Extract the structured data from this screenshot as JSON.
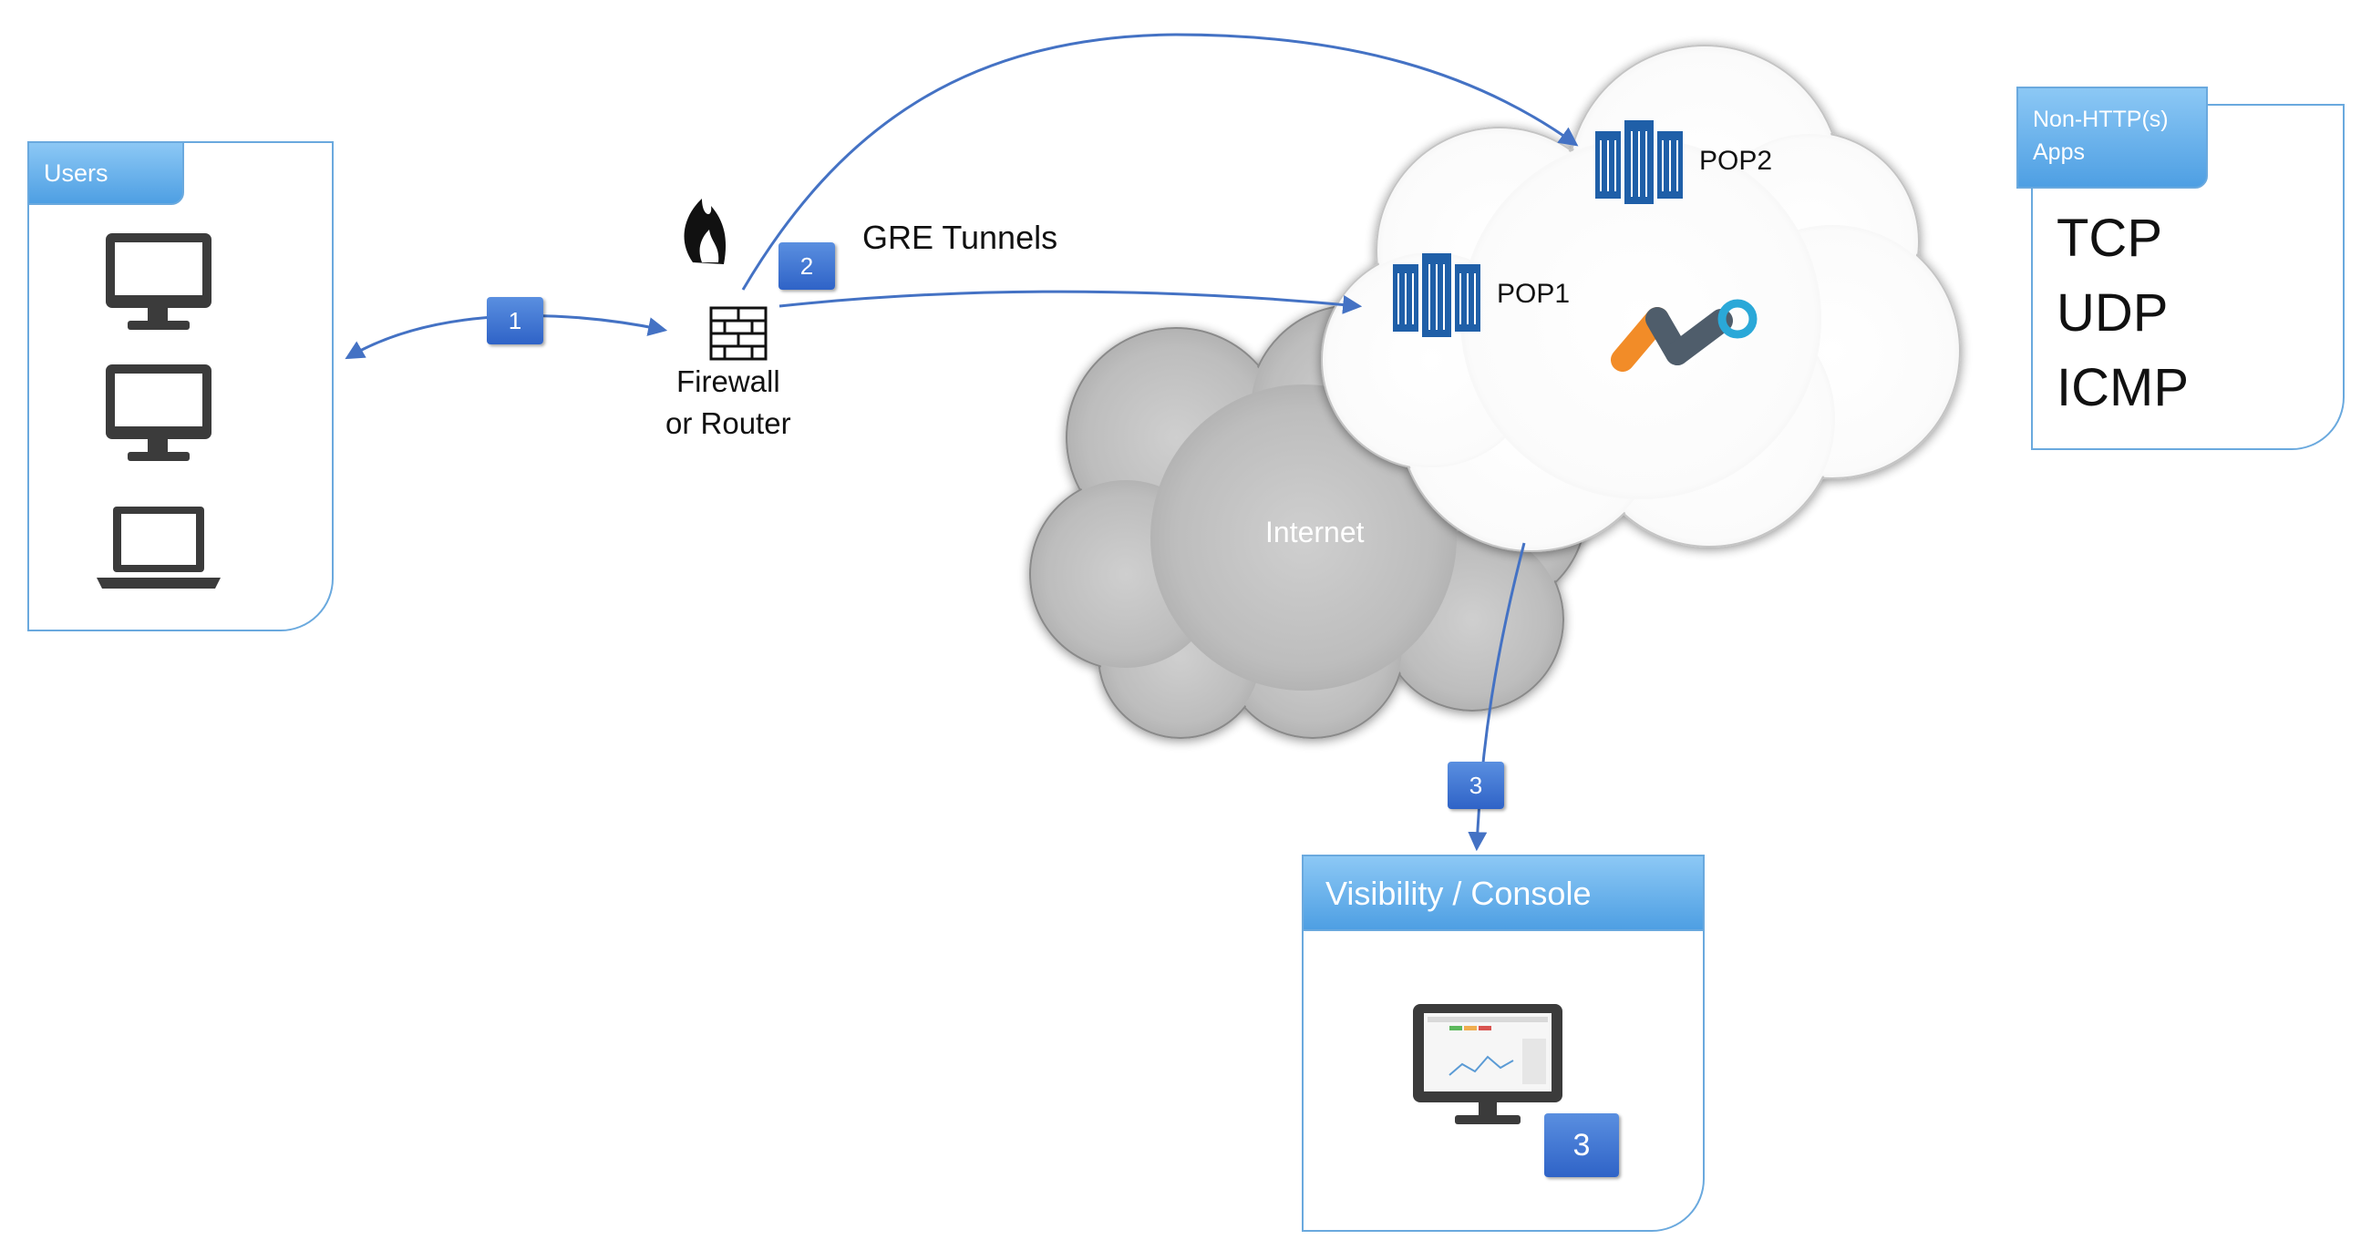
{
  "users": {
    "title": "Users"
  },
  "firewall": {
    "line1": "Firewall",
    "line2": "or Router"
  },
  "gre": {
    "label": "GRE Tunnels"
  },
  "steps": {
    "one": "1",
    "two": "2",
    "three": "3"
  },
  "pops": {
    "pop1": "POP1",
    "pop2": "POP2"
  },
  "internet": {
    "label": "Internet"
  },
  "apps": {
    "title_line1": "Non-HTTP(s)",
    "title_line2": "Apps",
    "protocols": [
      "TCP",
      "UDP",
      "ICMP"
    ]
  },
  "console": {
    "title": "Visibility / Console",
    "badge": "3"
  },
  "colors": {
    "accent": "#4472c4",
    "tab": "#5aa6e8",
    "pop": "#1f5fa8"
  }
}
